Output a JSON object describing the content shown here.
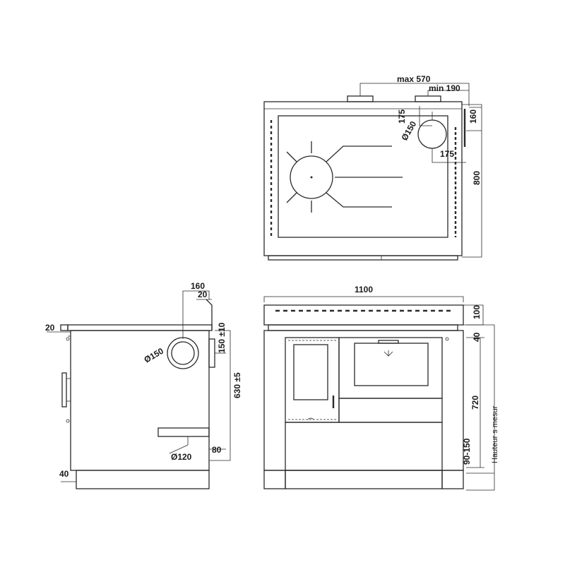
{
  "top_view": {
    "dim_max_flue": "max 570",
    "dim_min_flue": "min 190",
    "dim_flue_offset_y": "175",
    "dim_flue_offset_x": "175",
    "dim_flue_diameter": "Ø150",
    "dim_side_160": "160",
    "dim_depth": "800"
  },
  "side_view": {
    "dim_top_160": "160",
    "dim_top_20": "20",
    "dim_left_20": "20",
    "dim_outlet_diameter": "Ø150",
    "dim_150_tol": "150 ±10",
    "dim_630_tol": "630 ±5",
    "dim_inlet_diameter": "Ø120",
    "dim_80": "80",
    "dim_40": "40"
  },
  "front_view": {
    "dim_width": "1100",
    "dim_100": "100",
    "dim_40": "40",
    "dim_720": "720",
    "dim_90_150": "90-150",
    "label_custom_height": "Hauteur s mesur"
  }
}
